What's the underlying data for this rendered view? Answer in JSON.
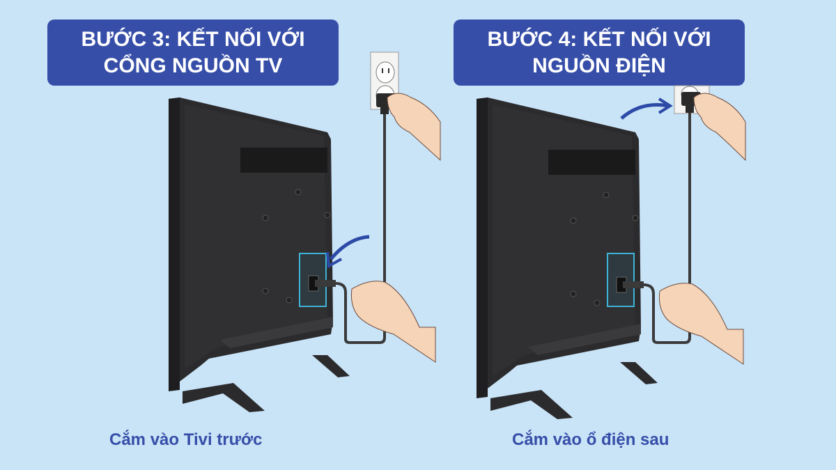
{
  "colors": {
    "background": "#c9e3f7",
    "banner": "#364ea8",
    "banner_text": "#ffffff",
    "caption_text": "#364ea8",
    "tv_body": "#2b2b2d",
    "arrow": "#2c4aa6",
    "highlight": "#3fb3d6",
    "skin": "#f6d4b8",
    "cable": "#3a3a3a"
  },
  "step3": {
    "title_line1": "BƯỚC 3: KẾT NỐI VỚI",
    "title_line2": "CỔNG NGUỒN TV",
    "caption": "Cắm vào Tivi trước",
    "illustration": "tv-back-power-cable-plug-into-tv-icon"
  },
  "step4": {
    "title_line1": "BƯỚC 4: KẾT NỐI VỚI",
    "title_line2": "NGUỒN ĐIỆN",
    "caption": "Cắm vào ổ điện sau",
    "illustration": "tv-back-power-cable-plug-into-outlet-icon"
  }
}
